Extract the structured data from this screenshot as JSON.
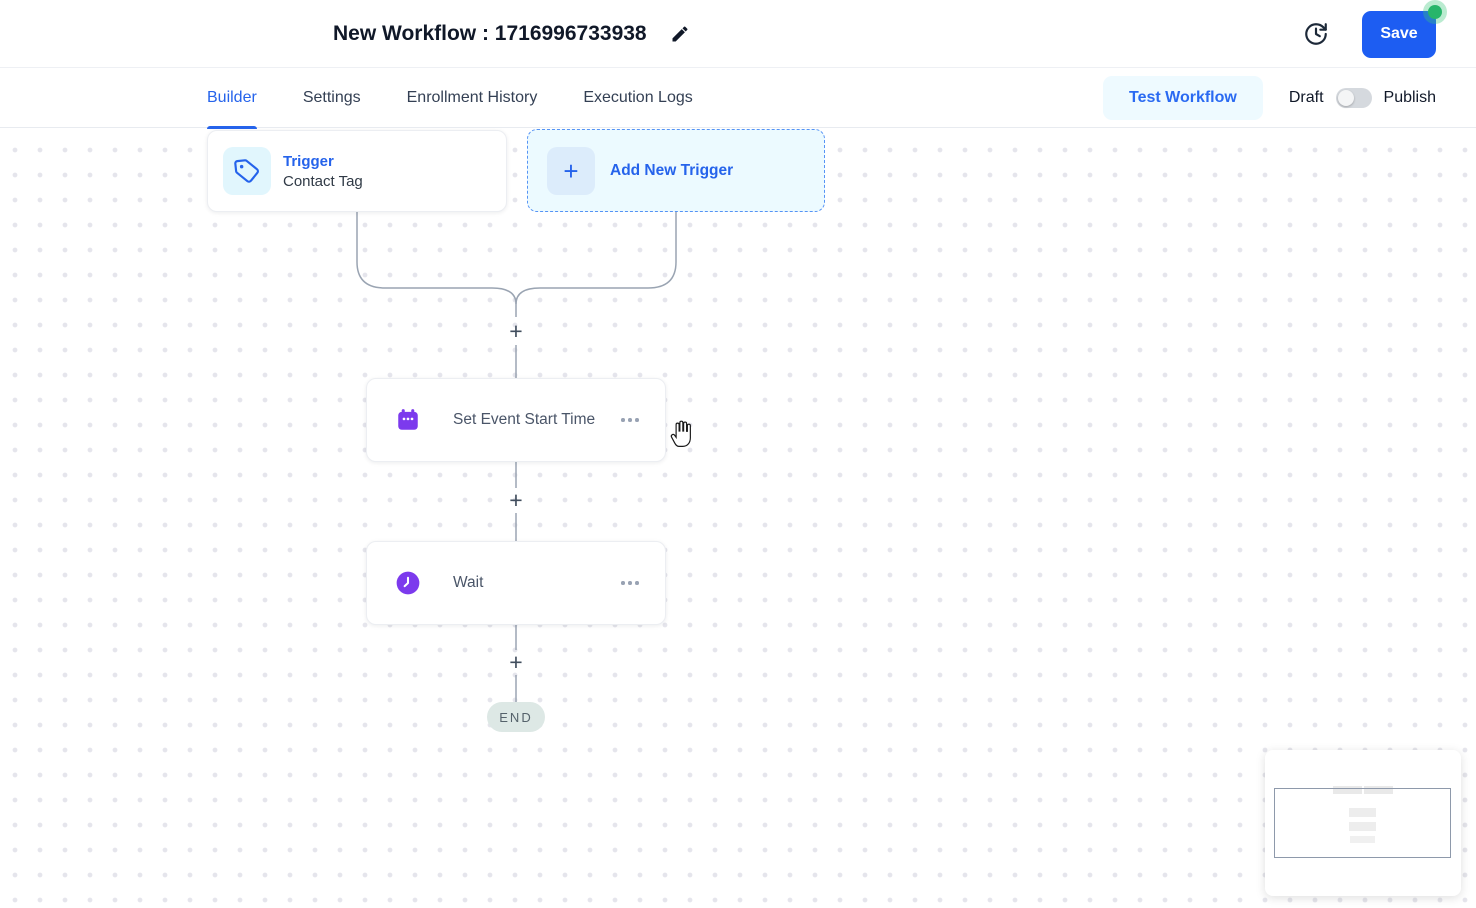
{
  "header": {
    "title": "New Workflow : 1716996733938",
    "save_label": "Save"
  },
  "tabs": {
    "builder": "Builder",
    "settings": "Settings",
    "enrollment_history": "Enrollment History",
    "execution_logs": "Execution Logs",
    "test_workflow": "Test Workflow",
    "draft": "Draft",
    "publish": "Publish",
    "publish_toggle_state": "off"
  },
  "canvas": {
    "trigger_card": {
      "title": "Trigger",
      "subtitle": "Contact Tag"
    },
    "add_trigger_card": {
      "plus": "+",
      "label": "Add New Trigger"
    },
    "plus": "+",
    "nodes": [
      {
        "label": "Set Event Start Time"
      },
      {
        "label": "Wait"
      }
    ],
    "end_label": "END"
  },
  "icons": {
    "edit": "pencil-icon",
    "history": "history-icon",
    "trigger": "tag-icon",
    "add": "plus-icon",
    "set_event": "calendar-icon",
    "wait": "clock-icon",
    "node_menu": "more-menu-icon",
    "cursor": "hand-cursor-icon"
  },
  "colors": {
    "brand_blue": "#2563eb",
    "save_blue": "#1d5df2",
    "purple": "#7c3aed",
    "status_green": "#27b56a",
    "connector_gray": "#9aa4b2",
    "end_pill_bg": "#dde8e5"
  }
}
